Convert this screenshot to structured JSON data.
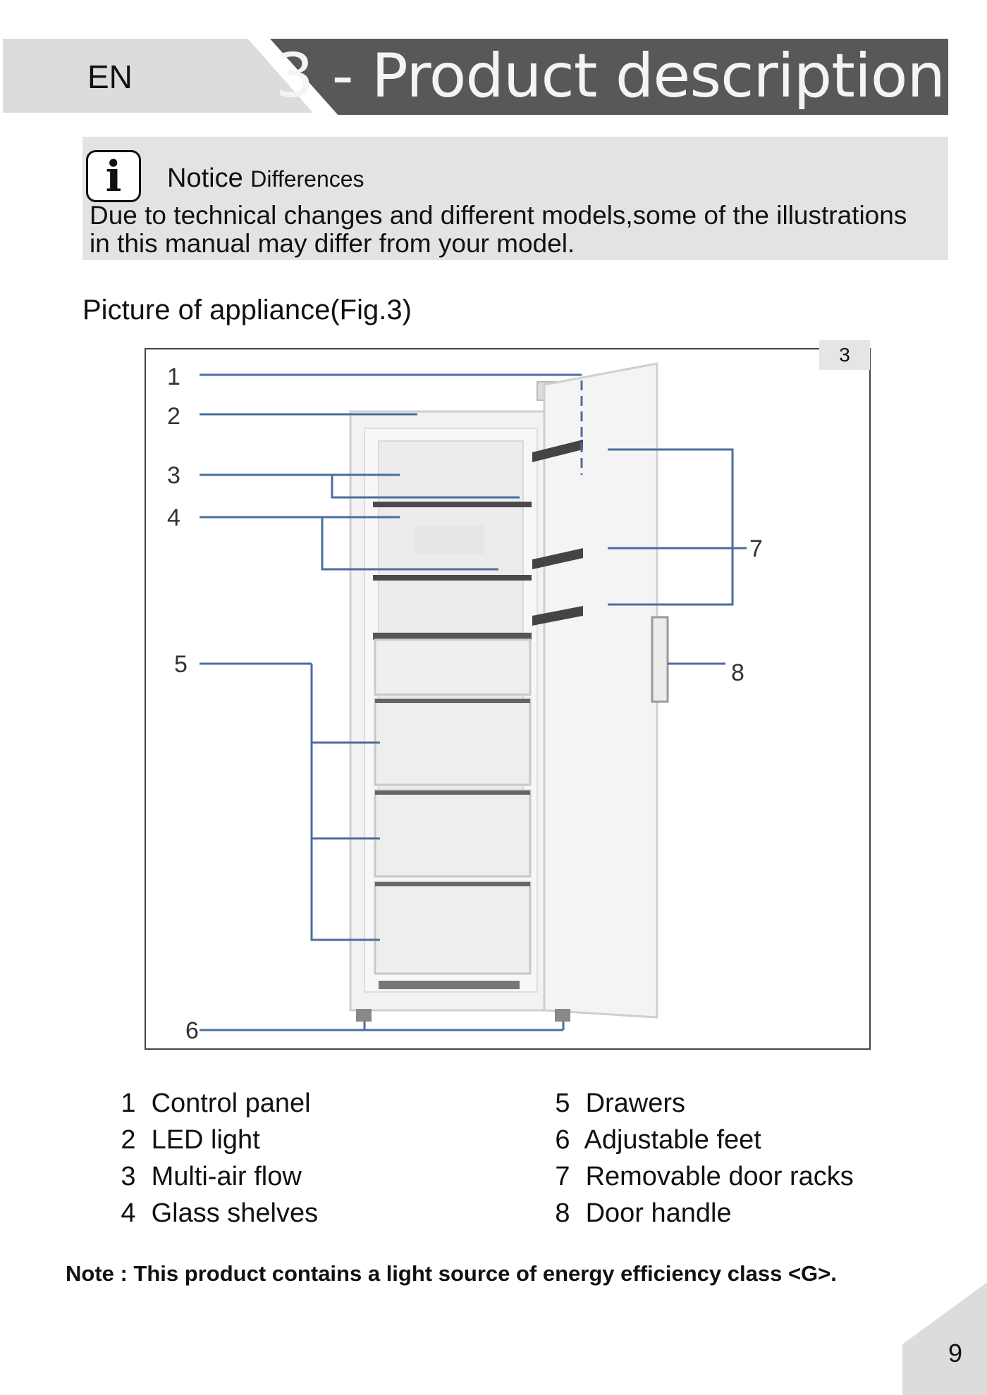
{
  "header": {
    "language": "EN",
    "section_title": "3 - Product description"
  },
  "notice": {
    "icon": "info-icon",
    "title": "Notice",
    "title_sub": "Differences",
    "line1": "Due to technical changes and different models,some of the illustrations",
    "line2": "in this manual may differ from your model."
  },
  "figure": {
    "caption": "Picture of appliance(Fig.3)",
    "number": "3",
    "callouts": [
      "1",
      "2",
      "3",
      "4",
      "5",
      "6",
      "7",
      "8"
    ]
  },
  "legend": {
    "left": [
      {
        "num": "1",
        "label": "Control panel"
      },
      {
        "num": "2",
        "label": "LED light"
      },
      {
        "num": "3",
        "label": "Multi-air flow"
      },
      {
        "num": "4",
        "label": "Glass shelves"
      }
    ],
    "right": [
      {
        "num": "5",
        "label": "Drawers"
      },
      {
        "num": "6",
        "label": "Adjustable feet"
      },
      {
        "num": "7",
        "label": "Removable door racks"
      },
      {
        "num": "8",
        "label": "Door handle"
      }
    ]
  },
  "note": "Note : This product contains a light source of energy efficiency class <G>.",
  "page_number": "9",
  "colors": {
    "header_dark": "#585858",
    "header_light": "#dcdcdc",
    "notice_bg": "#e3e3e3",
    "callout_line": "#4a6e9e"
  }
}
